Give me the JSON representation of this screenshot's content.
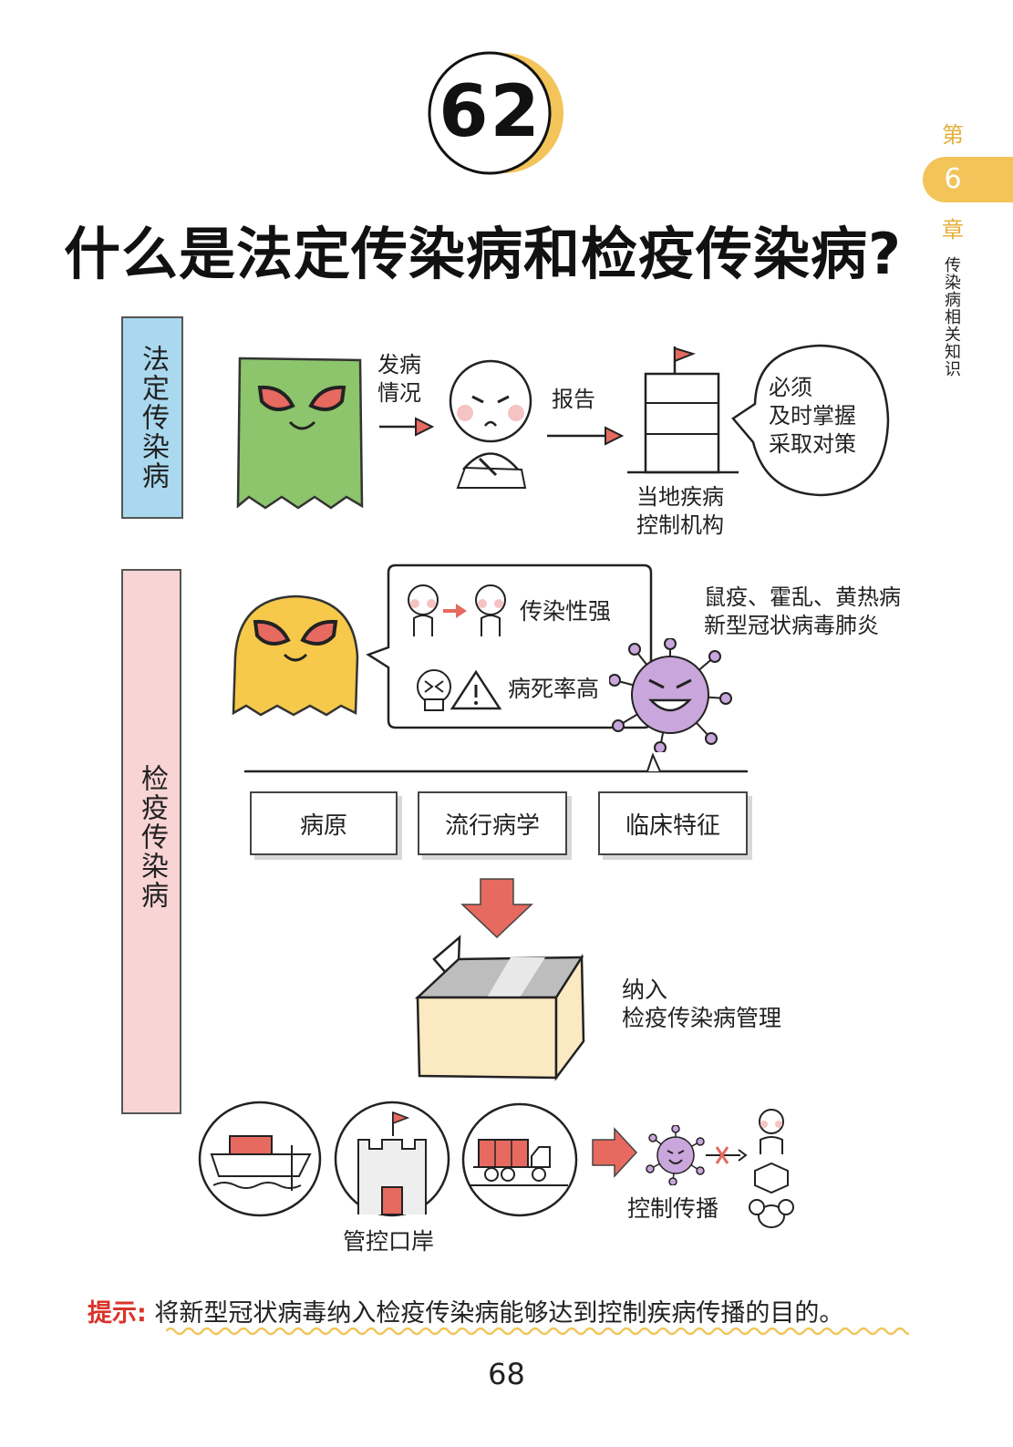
{
  "badge": {
    "number": "62"
  },
  "title": "什么是法定传染病和检疫传染病?",
  "side": {
    "chapter_prefix": "第",
    "chapter_number": "6",
    "chapter_suffix": "章",
    "subtitle": "传染病相关知识"
  },
  "section_statutory": {
    "label": "法定传染病",
    "onset_label": "发病\n情况",
    "report_label": "报告",
    "agency_label": "当地疾病\n控制机构",
    "bubble_text": "必须\n及时掌握\n采取对策"
  },
  "section_quarantine": {
    "label": "检疫传染病",
    "trait_contagious": "传染性强",
    "trait_fatal": "病死率高",
    "diseases": "鼠疫、霍乱、黄热病\n新型冠状病毒肺炎",
    "criteria": [
      "病原",
      "流行病学",
      "临床特征"
    ],
    "manage_label": "纳入\n检疫传染病管理",
    "port_label": "管控口岸",
    "control_label": "控制传播"
  },
  "tip": {
    "label": "提示:",
    "text": "将新型冠状病毒纳入检疫传染病能够达到控制疾病传播的目的。"
  },
  "page_number": "68",
  "colors": {
    "accent_yellow": "#f2c45a",
    "statutory_label_bg": "#a9d8ef",
    "quarantine_label_bg": "#f9d4d4",
    "green_ghost": "#8cc56b",
    "yellow_ghost": "#f6c94a",
    "virus": "#c9a6db",
    "arrow_red": "#e66a5f",
    "tip_red": "#d9342b",
    "wave": "#f2c45a"
  }
}
